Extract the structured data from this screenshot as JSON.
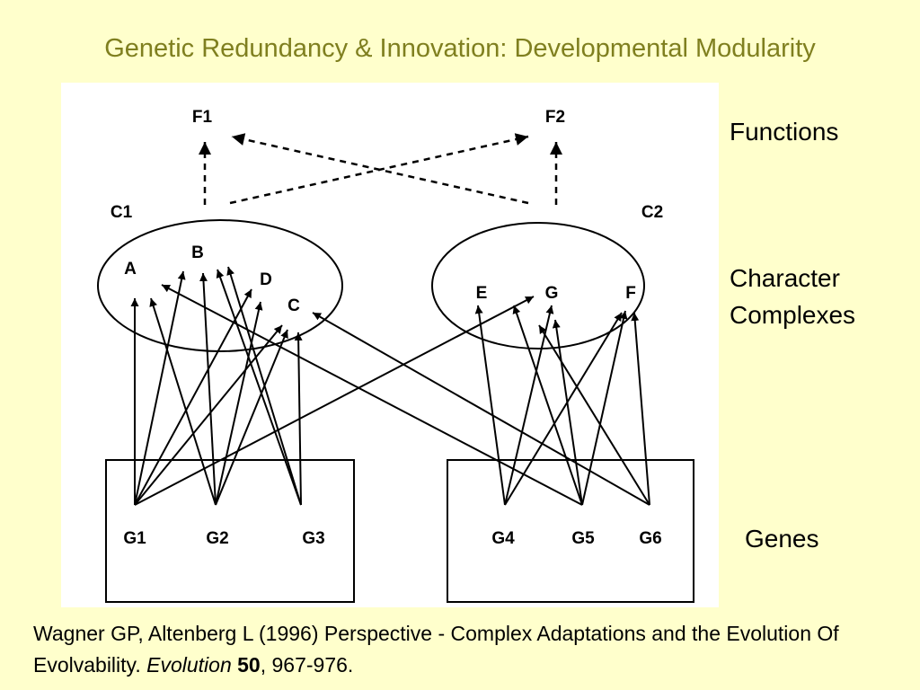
{
  "title": "Genetic Redundancy & Innovation:  Developmental Modularity",
  "side_labels": {
    "functions": "Functions",
    "complexes_line1": "Character",
    "complexes_line2": "Complexes",
    "genes": "Genes"
  },
  "diagram": {
    "functions": [
      "F1",
      "F2"
    ],
    "complexes": [
      "C1",
      "C2"
    ],
    "characters": [
      "A",
      "B",
      "D",
      "C",
      "E",
      "G",
      "F"
    ],
    "genes": [
      "G1",
      "G2",
      "G3",
      "G4",
      "G5",
      "G6"
    ]
  },
  "citation": {
    "part1": "Wagner GP, Altenberg L (1996) Perspective - Complex Adaptations and the Evolution Of Evolvability. ",
    "journal": "Evolution",
    "space": " ",
    "volume": "50",
    "pages": ", 967-976."
  }
}
